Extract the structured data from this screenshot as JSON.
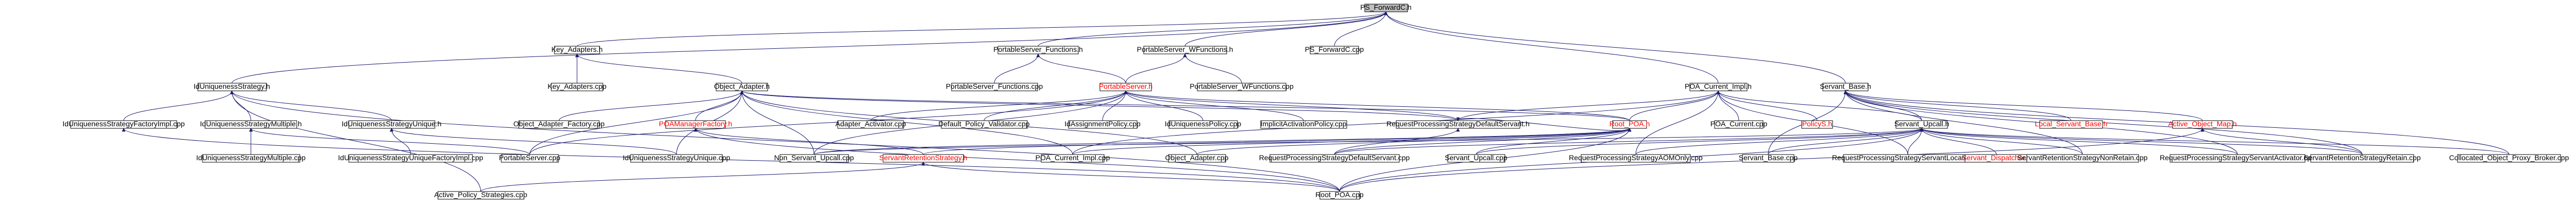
{
  "diagram": {
    "accent_color": "#191970",
    "root_fill": "#bfbfbf",
    "nodes": [
      {
        "id": "root",
        "label": "PS_ForwardC.h",
        "kind": "root"
      },
      {
        "id": "n1",
        "label": "Key_Adapters.h"
      },
      {
        "id": "n2",
        "label": "PortableServer_Functions.h"
      },
      {
        "id": "n3",
        "label": "PortableServer_WFunctions.h"
      },
      {
        "id": "n4",
        "label": "PS_ForwardC.cpp"
      },
      {
        "id": "n5",
        "label": "IdUniquenessStrategy.h"
      },
      {
        "id": "n6",
        "label": "Key_Adapters.cpp"
      },
      {
        "id": "n7",
        "label": "Object_Adapter.h"
      },
      {
        "id": "n8",
        "label": "PortableServer_Functions.cpp"
      },
      {
        "id": "n9",
        "label": "PortableServer.h",
        "kind": "red"
      },
      {
        "id": "n10",
        "label": "PortableServer_WFunctions.cpp"
      },
      {
        "id": "n11",
        "label": "POA_Current_Impl.h"
      },
      {
        "id": "n12",
        "label": "Servant_Base.h"
      },
      {
        "id": "n13",
        "label": "IdUniquenessStrategyFactoryImpl.cpp"
      },
      {
        "id": "n14",
        "label": "IdUniquenessStrategyMultiple.h"
      },
      {
        "id": "n15",
        "label": "IdUniquenessStrategyUnique.h"
      },
      {
        "id": "n16",
        "label": "Object_Adapter_Factory.cpp"
      },
      {
        "id": "n17",
        "label": "POAManagerFactory.h",
        "kind": "red"
      },
      {
        "id": "n18",
        "label": "Adapter_Activator.cpp"
      },
      {
        "id": "n19",
        "label": "Default_Policy_Validator.cpp"
      },
      {
        "id": "n20",
        "label": "IdAssignmentPolicy.cpp"
      },
      {
        "id": "n21",
        "label": "IdUniquenessPolicy.cpp"
      },
      {
        "id": "n22",
        "label": "ImplicitActivationPolicy.cpp"
      },
      {
        "id": "n23",
        "label": "RequestProcessingStrategyDefaultServant.h"
      },
      {
        "id": "n24",
        "label": "Root_POA.h",
        "kind": "red"
      },
      {
        "id": "n25",
        "label": "POA_Current.cpp"
      },
      {
        "id": "n26",
        "label": "PolicyS.h",
        "kind": "red"
      },
      {
        "id": "n27",
        "label": "Servant_Upcall.h"
      },
      {
        "id": "n28",
        "label": "Local_Servant_Base.h",
        "kind": "red"
      },
      {
        "id": "n29",
        "label": "Active_Object_Map.h",
        "kind": "red"
      },
      {
        "id": "n30",
        "label": "IdUniquenessStrategyMultiple.cpp"
      },
      {
        "id": "n31",
        "label": "IdUniquenessStrategyUniqueFactoryImpl.cpp"
      },
      {
        "id": "n32",
        "label": "PortableServer.cpp"
      },
      {
        "id": "n33",
        "label": "IdUniquenessStrategyUnique.cpp"
      },
      {
        "id": "n34",
        "label": "Non_Servant_Upcall.cpp"
      },
      {
        "id": "n35",
        "label": "ServantRetentionStrategy.h",
        "kind": "red"
      },
      {
        "id": "n36",
        "label": "POA_Current_Impl.cpp"
      },
      {
        "id": "n37",
        "label": "Object_Adapter.cpp"
      },
      {
        "id": "n38",
        "label": "RequestProcessingStrategyDefaultServant.cpp"
      },
      {
        "id": "n39",
        "label": "Servant_Upcall.cpp"
      },
      {
        "id": "n40",
        "label": "RequestProcessingStrategyAOMOnly.cpp"
      },
      {
        "id": "n41",
        "label": "Servant_Base.cpp"
      },
      {
        "id": "n42",
        "label": "RequestProcessingStrategyServantLocator.cpp"
      },
      {
        "id": "n43",
        "label": "Servant_Dispatcher.h",
        "kind": "red"
      },
      {
        "id": "n44",
        "label": "ServantRetentionStrategyNonRetain.cpp"
      },
      {
        "id": "n45",
        "label": "RequestProcessingStrategyServantActivator.cpp"
      },
      {
        "id": "n46",
        "label": "ServantRetentionStrategyRetain.cpp"
      },
      {
        "id": "n47",
        "label": "Collocated_Object_Proxy_Broker.cpp"
      },
      {
        "id": "n48",
        "label": "Active_Policy_Strategies.cpp"
      },
      {
        "id": "n49",
        "label": "Root_POA.cpp"
      }
    ],
    "edges": [
      [
        "root",
        "n1"
      ],
      [
        "root",
        "n2"
      ],
      [
        "root",
        "n3"
      ],
      [
        "root",
        "n4"
      ],
      [
        "root",
        "n5"
      ],
      [
        "root",
        "n11"
      ],
      [
        "root",
        "n12"
      ],
      [
        "n1",
        "n6"
      ],
      [
        "n1",
        "n7"
      ],
      [
        "n2",
        "n8"
      ],
      [
        "n2",
        "n9"
      ],
      [
        "n3",
        "n9"
      ],
      [
        "n3",
        "n10"
      ],
      [
        "n5",
        "n13"
      ],
      [
        "n5",
        "n14"
      ],
      [
        "n5",
        "n15"
      ],
      [
        "n5",
        "n48"
      ],
      [
        "n5",
        "n49"
      ],
      [
        "n14",
        "n30"
      ],
      [
        "n14",
        "n32"
      ],
      [
        "n15",
        "n31"
      ],
      [
        "n15",
        "n33"
      ],
      [
        "n7",
        "n16"
      ],
      [
        "n7",
        "n17"
      ],
      [
        "n7",
        "n32"
      ],
      [
        "n7",
        "n33"
      ],
      [
        "n7",
        "n34"
      ],
      [
        "n7",
        "n36"
      ],
      [
        "n7",
        "n37"
      ],
      [
        "n7",
        "n24"
      ],
      [
        "n7",
        "n23"
      ],
      [
        "n9",
        "n18"
      ],
      [
        "n9",
        "n19"
      ],
      [
        "n9",
        "n20"
      ],
      [
        "n9",
        "n21"
      ],
      [
        "n9",
        "n22"
      ],
      [
        "n9",
        "n23"
      ],
      [
        "n9",
        "n24"
      ],
      [
        "n9",
        "n32"
      ],
      [
        "n9",
        "n34"
      ],
      [
        "n11",
        "n25"
      ],
      [
        "n11",
        "n26"
      ],
      [
        "n11",
        "n27"
      ],
      [
        "n11",
        "n36"
      ],
      [
        "n11",
        "n24"
      ],
      [
        "n11",
        "n23"
      ],
      [
        "n11",
        "n40"
      ],
      [
        "n11",
        "n42"
      ],
      [
        "n12",
        "n27"
      ],
      [
        "n12",
        "n28"
      ],
      [
        "n12",
        "n29"
      ],
      [
        "n12",
        "n41"
      ],
      [
        "n12",
        "n47"
      ],
      [
        "n12",
        "n44"
      ],
      [
        "n12",
        "n46"
      ],
      [
        "n12",
        "n45"
      ],
      [
        "n17",
        "n35"
      ],
      [
        "n17",
        "n49"
      ],
      [
        "n23",
        "n38"
      ],
      [
        "n23",
        "n24"
      ],
      [
        "n24",
        "n35"
      ],
      [
        "n24",
        "n36"
      ],
      [
        "n24",
        "n37"
      ],
      [
        "n24",
        "n38"
      ],
      [
        "n24",
        "n39"
      ],
      [
        "n24",
        "n49"
      ],
      [
        "n24",
        "n34"
      ],
      [
        "n27",
        "n39"
      ],
      [
        "n27",
        "n41"
      ],
      [
        "n27",
        "n43"
      ],
      [
        "n27",
        "n44"
      ],
      [
        "n27",
        "n45"
      ],
      [
        "n27",
        "n46"
      ],
      [
        "n27",
        "n47"
      ],
      [
        "n27",
        "n40"
      ],
      [
        "n27",
        "n42"
      ],
      [
        "n27",
        "n49"
      ],
      [
        "n27",
        "n38"
      ],
      [
        "n27",
        "n34"
      ],
      [
        "n29",
        "n46"
      ],
      [
        "n29",
        "n49"
      ],
      [
        "n35",
        "n48"
      ],
      [
        "n35",
        "n49"
      ],
      [
        "n13",
        "n49"
      ]
    ]
  }
}
